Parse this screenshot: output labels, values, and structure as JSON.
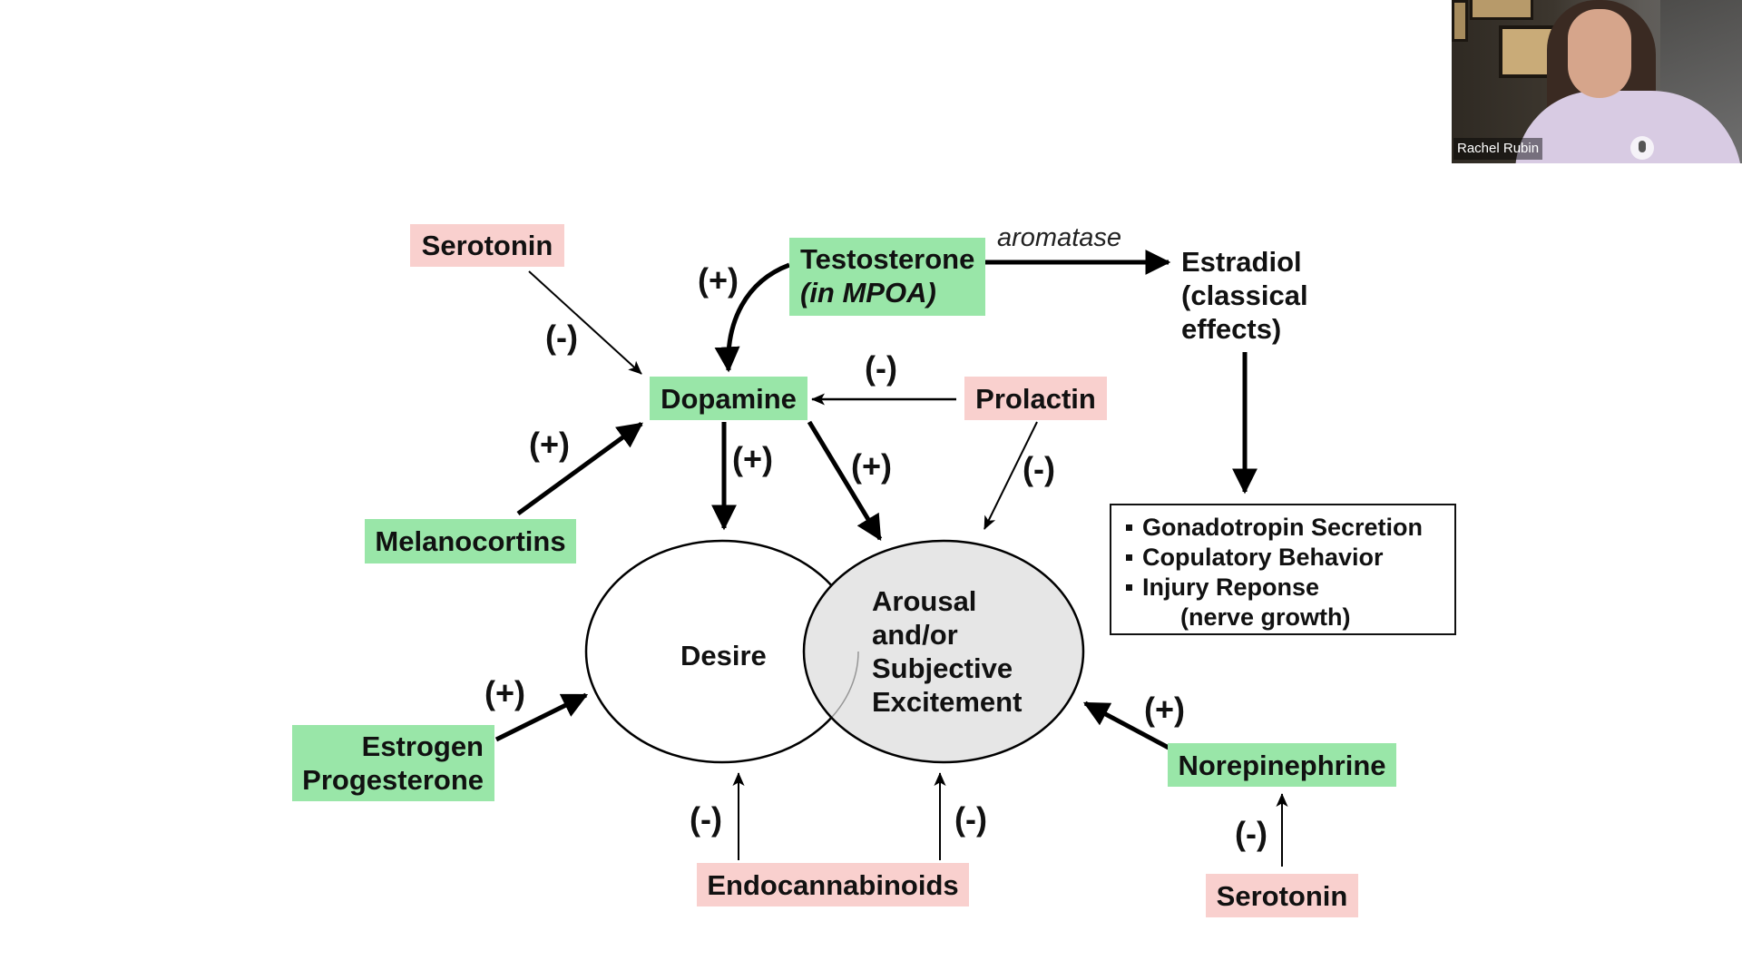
{
  "colors": {
    "green": "#99e6a8",
    "pink": "#f9d0ce",
    "ellipse_fill": "#e6e6e6",
    "line": "#000000"
  },
  "nodes": {
    "serotonin_top": "Serotonin",
    "testosterone_line1": "Testosterone",
    "testosterone_line2": "(in MPOA)",
    "dopamine": "Dopamine",
    "prolactin": "Prolactin",
    "melanocortins": "Melanocortins",
    "estrogen_line1": "Estrogen",
    "estrogen_line2": "Progesterone",
    "endocannabinoids": "Endocannabinoids",
    "norepinephrine": "Norepinephrine",
    "serotonin_bottom": "Serotonin",
    "estradiol_line1": "Estradiol",
    "estradiol_line2": "(classical",
    "estradiol_line3": "effects)",
    "desire": "Desire",
    "arousal_line1": "Arousal",
    "arousal_line2": "and/or",
    "arousal_line3": "Subjective",
    "arousal_line4": "Excitement"
  },
  "edge_labels": {
    "aromatase": "aromatase",
    "testosterone_to_dopamine": "(+)",
    "serotonin_to_dopamine": "(-)",
    "prolactin_to_dopamine": "(-)",
    "melanocortins_to_dopamine": "(+)",
    "dopamine_to_desire": "(+)",
    "dopamine_to_arousal": "(+)",
    "prolactin_to_arousal": "(-)",
    "estrogen_to_desire": "(+)",
    "endocannabinoids_to_desire": "(-)",
    "endocannabinoids_to_arousal": "(-)",
    "norepinephrine_to_arousal": "(+)",
    "serotonin_to_norepinephrine": "(-)"
  },
  "estradiol_effects": {
    "items": [
      "Gonadotropin Secretion",
      "Copulatory Behavior",
      "Injury Reponse"
    ],
    "continuation": "(nerve growth)"
  },
  "webcam": {
    "participant_name": "Rachel Rubin"
  }
}
